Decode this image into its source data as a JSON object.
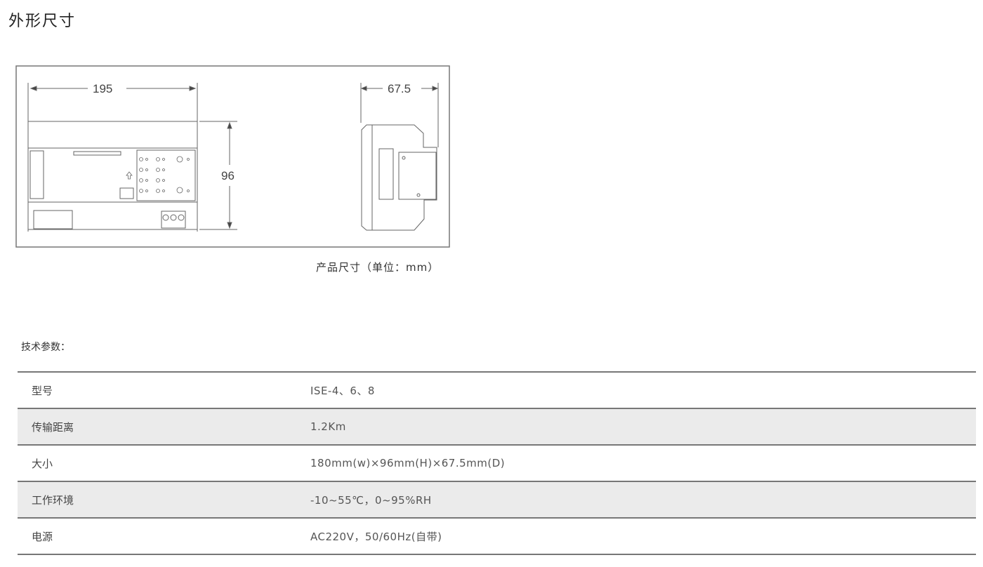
{
  "title": "外形尺寸",
  "drawing": {
    "width_label": "195",
    "height_label": "96",
    "depth_label": "67.5",
    "caption": "产品尺寸（单位：mm）"
  },
  "specs": {
    "heading": "技术参数：",
    "rows": [
      {
        "label": "型号",
        "value": "ISE-4、6、8"
      },
      {
        "label": "传输距离",
        "value": "1.2Km"
      },
      {
        "label": "大小",
        "value": "180mm(w)×96mm(H)×67.5mm(D)"
      },
      {
        "label": "工作环境",
        "value": "-10~55℃，0~95%RH"
      },
      {
        "label": "电源",
        "value": "AC220V，50/60Hz(自带)"
      }
    ]
  }
}
